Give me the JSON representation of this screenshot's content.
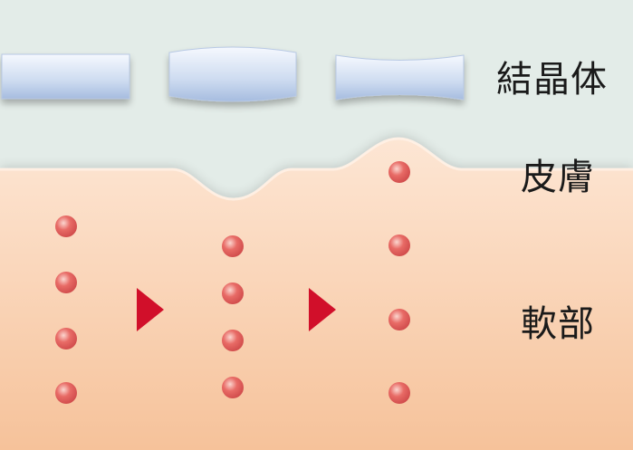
{
  "labels": {
    "crystal": "結晶体",
    "skin": "皮膚",
    "soft_tissue": "軟部"
  },
  "colors": {
    "background_top": "#e3ece8",
    "skin_top": "#fbe0cc",
    "skin_bottom": "#f6c39a",
    "crystal_light": "#f4f7fd",
    "crystal_dark": "#a9bfe0",
    "dot": "#e05a58",
    "arrow": "#d10f2a"
  },
  "stages": [
    {
      "crystal_shape": "flat",
      "skin_shape": "flat",
      "dot_count": 4
    },
    {
      "crystal_shape": "convex",
      "skin_shape": "pressed-in",
      "dot_count": 4
    },
    {
      "crystal_shape": "concave",
      "skin_shape": "raised",
      "dot_count": 4
    }
  ]
}
